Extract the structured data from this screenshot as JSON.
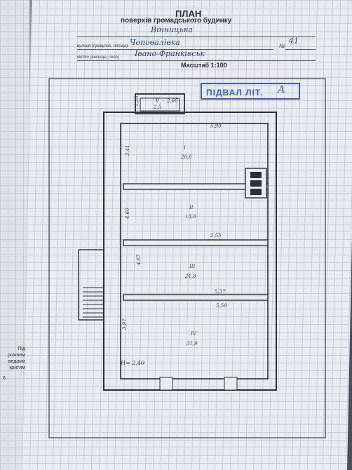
{
  "header": {
    "title": "ПЛАН",
    "subtitle": "поверхів громадського будинку"
  },
  "address": {
    "oblast_value": "Вінницька",
    "street_label": "вулиця (провулок, площа)",
    "street_value": "Чоповалівка",
    "number_label": "№",
    "number_value": "41",
    "city_label": "місто (селище, село)",
    "city_value": "Івано-Франківськ"
  },
  "scale": "Масштаб 1:100",
  "stamp": {
    "label": "ПІДВАЛ ЛІТ.",
    "value": "А"
  },
  "rooms": [
    {
      "id": "I",
      "num": "I",
      "area": "20,6"
    },
    {
      "id": "II",
      "num": "II",
      "area": "13,0"
    },
    {
      "id": "III",
      "num": "III",
      "area": "21,8"
    },
    {
      "id": "IV",
      "num": "IV",
      "area": "31,9"
    },
    {
      "id": "V",
      "num": "V",
      "area": "2,5"
    }
  ],
  "dimensions": {
    "top_width": "5,90",
    "corridor": "2,55",
    "mid1": "5,37",
    "mid2": "5,59",
    "left1": "3,41",
    "left2": "4,60",
    "left3": "4,67",
    "left4": "3,97",
    "small_w": "2,60",
    "small_h": "1,20",
    "height": "H= 2,40"
  },
  "sidebar": {
    "lines": [
      "Під",
      "рожним",
      "ведами",
      "критям"
    ],
    "value": "6"
  }
}
